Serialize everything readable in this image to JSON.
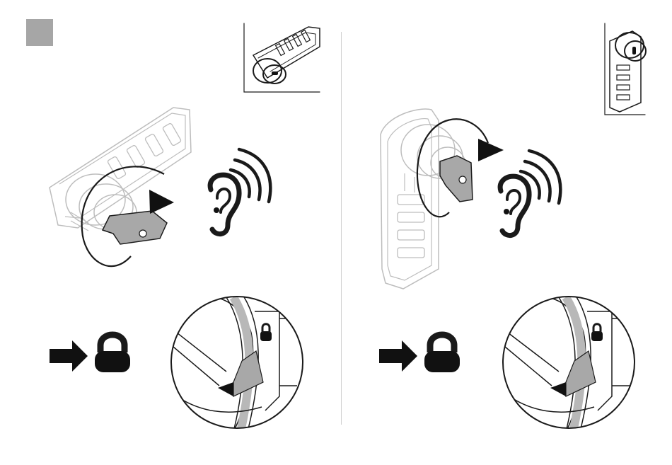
{
  "colors": {
    "step_marker": "#a6a6a6",
    "line": "#1a1a1a",
    "light_line": "#bdbdbd",
    "key_fill": "#a8a8a8",
    "padlock_fill": "#111111",
    "divider": "#cfcfcf",
    "background": "#ffffff"
  },
  "panels": [
    {
      "orientation": "horizontal",
      "rotation": "clockwise",
      "result": "locked"
    },
    {
      "orientation": "vertical",
      "rotation": "clockwise",
      "result": "locked"
    }
  ],
  "icons": {
    "step": "gray-square-icon",
    "sound": "ear-sound-icon",
    "arrow": "right-arrow-icon",
    "lock": "padlock-icon"
  }
}
